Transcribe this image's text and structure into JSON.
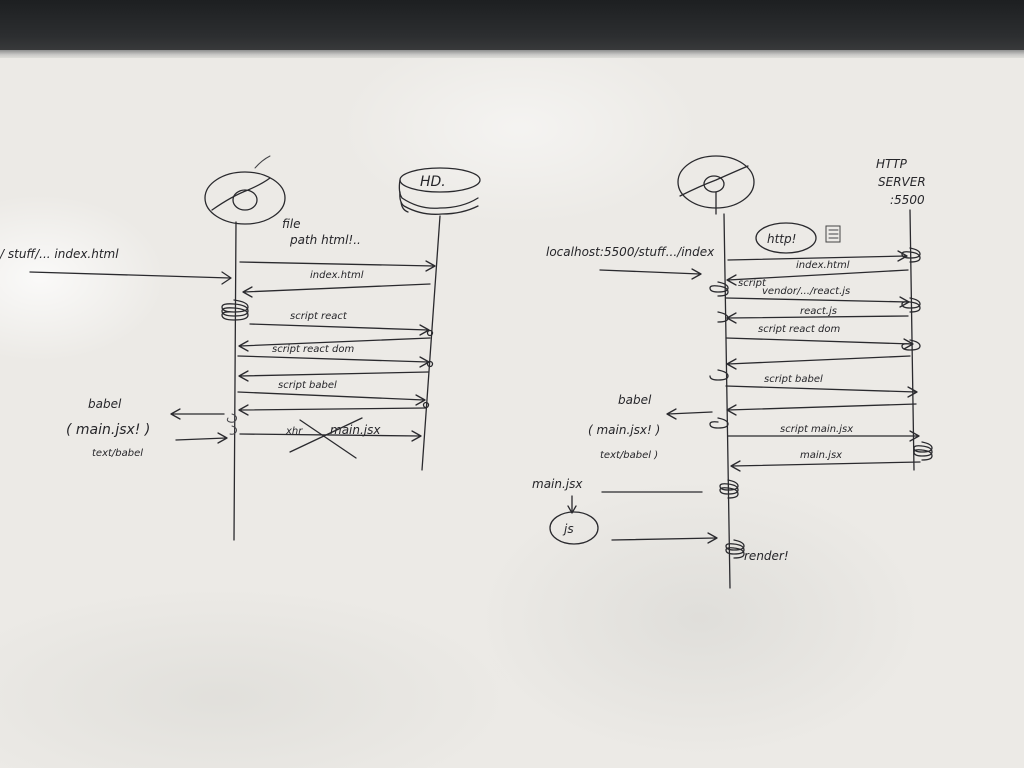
{
  "diagram_left": {
    "node_hd": "HD.",
    "request_label": "/ stuff/... index.html",
    "label_file_path": "file",
    "label_file_path_2": "path html!..",
    "arrow_index_html": "index.html",
    "arrow_script_react": "script react",
    "arrow_script_reactdom": "script react dom",
    "arrow_script_babel": "script babel",
    "arrow_xhr": "xhr",
    "arrow_main_jsx": "main.jsx",
    "babel_label": "babel",
    "babel_main": "( main.jsx! )",
    "babel_text": "text/babel"
  },
  "diagram_right": {
    "server_title_1": "HTTP",
    "server_title_2": "SERVER",
    "server_port": ":5500",
    "http_box": "http!",
    "request_label": "localhost:5500/stuff.../index",
    "arrow_index_html": "index.html",
    "arrow_script_label": "script",
    "arrow_vendor_react": "vendor/.../react.js",
    "arrow_react_js": "react.js",
    "arrow_script_reactdom": "script react dom",
    "arrow_script_babel": "script babel",
    "arrow_script_main": "script main.jsx",
    "arrow_main_jsx": "main.jsx",
    "babel_label": "babel",
    "babel_main": "( main.jsx! )",
    "babel_text": "text/babel )",
    "main_jsx_label": "main.jsx",
    "js_node": "js",
    "render_label": "render!"
  }
}
